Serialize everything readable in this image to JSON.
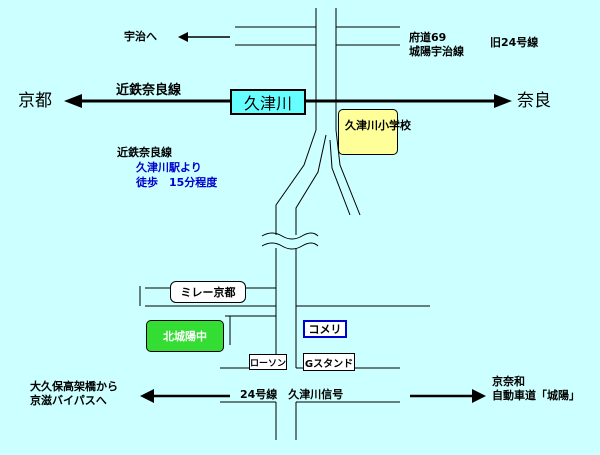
{
  "station": {
    "name": "久津川",
    "fill": "#66ffff"
  },
  "railway": {
    "label": "近鉄奈良線",
    "west_destination": "京都",
    "east_destination": "奈良"
  },
  "access": {
    "line": "近鉄奈良線",
    "from": "久津川駅より",
    "walk": "徒歩　15分程度"
  },
  "north_roads": {
    "to_uji": "宇治へ",
    "prefectural_road": "府道69",
    "prefectural_road_name": "城陽宇治線",
    "old_route": "旧24号線"
  },
  "landmarks": {
    "elementary_school": {
      "name": "久津川小学校",
      "fill": "#ffff99"
    },
    "venue": {
      "name": "北城陽中",
      "fill": "#33dd33"
    },
    "miller": "ミレー京都",
    "komeri": "コメリ",
    "lawson": "ローソン",
    "gas_station": "Gスタンド"
  },
  "route24": {
    "label": "24号線　久津川信号",
    "west_line1": "大久保高架橋から",
    "west_line2": "京滋バイパスへ",
    "east_line1": "京奈和",
    "east_line2": "自動車道「城陽」"
  },
  "colors": {
    "background": "#ccffff",
    "accent_blue": "#0000cc",
    "komeri_border": "#0000cc"
  }
}
